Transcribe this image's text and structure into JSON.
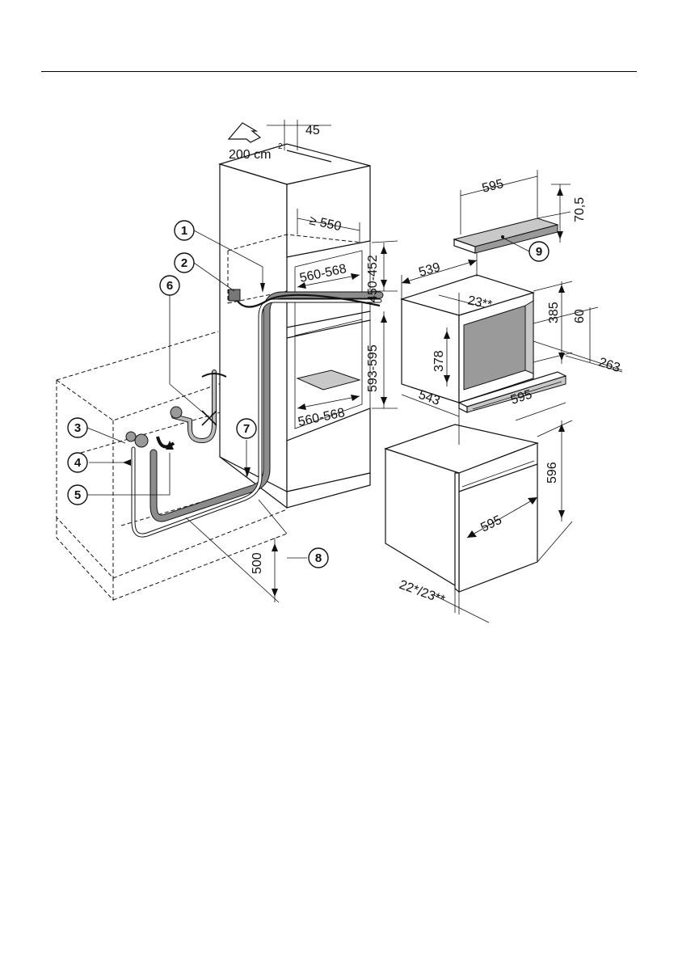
{
  "dimensions": {
    "vent_area": "200 cm",
    "vent_area_sup": "2",
    "top_gap": "45",
    "depth_min": "≥ 550",
    "upper_niche_width": "560-568",
    "upper_niche_height": "450-452",
    "lower_niche_height": "593-595",
    "lower_niche_width": "560-568",
    "drawer_width": "595",
    "drawer_height": "70,5",
    "unit_depth": "539",
    "unit_front_offset": "23**",
    "unit_inner_height": "378",
    "unit_height": "385",
    "unit_panel_height": "60",
    "unit_side_depth": "263",
    "unit_bottom_depth": "543",
    "unit_width": "595",
    "oven_height": "596",
    "oven_front_width": "595",
    "door_thickness": "22*/23**",
    "drain_height": "500"
  },
  "callouts": [
    "1",
    "2",
    "3",
    "4",
    "5",
    "6",
    "7",
    "8",
    "9"
  ]
}
